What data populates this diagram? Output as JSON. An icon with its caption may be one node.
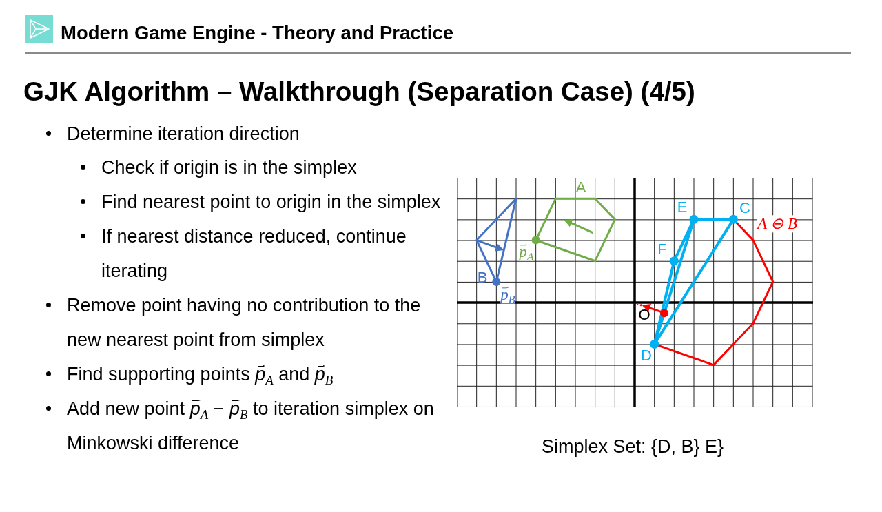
{
  "diagram": {
    "title": "GJK Algorithm – Walkthrough (Separation Case) (4/5)",
    "caption": "Simplex Set: {D, B} E}",
    "labels": [
      "Modern Game Engine - Theory and Practice",
      "Determine iteration direction",
      "Check if origin is in the simplex",
      "Find nearest point to origin in the simplex",
      "If nearest distance reduced, continue iterating",
      "Remove point having no contribution to the new nearest point from simplex",
      "Find supporting points *p⃗*$_{A}$ and *p⃗*$_{B}$",
      "Add new point *p⃗*$_{A}$ − *p⃗*$_{B}$ to iteration simplex on Minkowski difference",
      "A",
      "E",
      "C",
      "A ⊖ B",
      "*p⃗*$_{A}$",
      "F",
      "B",
      "*p⃗*$_{B}$",
      "O",
      "D"
    ]
  }
}
